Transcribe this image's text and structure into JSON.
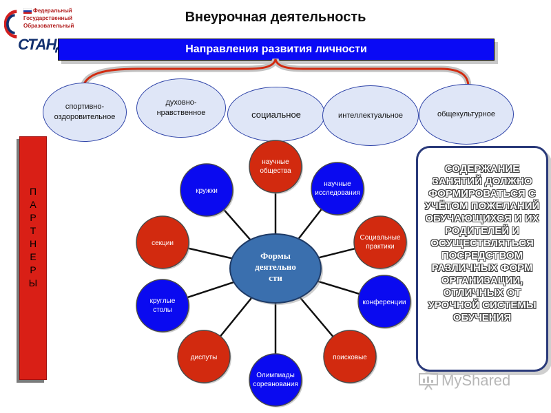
{
  "logo": {
    "lines": [
      "Федеральный",
      "Государственный",
      "Образовательный"
    ],
    "standard": "СТАНДАРТ"
  },
  "title": "Внеурочная деятельность",
  "banner": "Направления развития личности",
  "directions": [
    {
      "label": "спортивно-оздоровительное"
    },
    {
      "label": "духовно-нравственное"
    },
    {
      "label": "социальное"
    },
    {
      "label": "интеллектуальное"
    },
    {
      "label": "общекультурное"
    }
  ],
  "partners": "П А Р Т Н Е Р Ы",
  "partners_letters": [
    "П",
    "А",
    "Р",
    "Т",
    "Н",
    "Е",
    "Р",
    "Ы"
  ],
  "center": "Формы деятельности",
  "forms": [
    {
      "label": "научные общества",
      "color": "#d22a0f"
    },
    {
      "label": "научные исследования",
      "color": "#0a0af0"
    },
    {
      "label": "Социальные практики",
      "color": "#d22a0f"
    },
    {
      "label": "конференции",
      "color": "#0a0af0"
    },
    {
      "label": "поисковые",
      "color": "#d22a0f"
    },
    {
      "label": "Олимпиады соревнования",
      "color": "#0a0af0"
    },
    {
      "label": "диспуты",
      "color": "#d22a0f"
    },
    {
      "label": "круглые столы",
      "color": "#0a0af0"
    },
    {
      "label": "секции",
      "color": "#d22a0f"
    },
    {
      "label": "кружки",
      "color": "#0a0af0"
    }
  ],
  "content_text": "СОДЕРЖАНИЕ ЗАНЯТИЙ ДОЛЖНО ФОРМИРОВАТЬСЯ С УЧЁТОМ ПОЖЕЛАНИЙ ОБУЧАЮЩИХСЯ И ИХ РОДИТЕЛЕЙ И ОСУЩЕСТВЛЯТЬСЯ ПОСРЕДСТВОМ РАЗЛИЧНЫХ ФОРМ ОРГАНИЗАЦИИ, ОТЛИЧНЫХ ОТ УРОЧНОЙ СИСТЕМЫ ОБУЧЕНИЯ",
  "watermark": "MyShared",
  "colors": {
    "red": "#d22a0f",
    "blue": "#0a0af0",
    "center": "#3a6fae",
    "banner": "#0a0af5"
  }
}
